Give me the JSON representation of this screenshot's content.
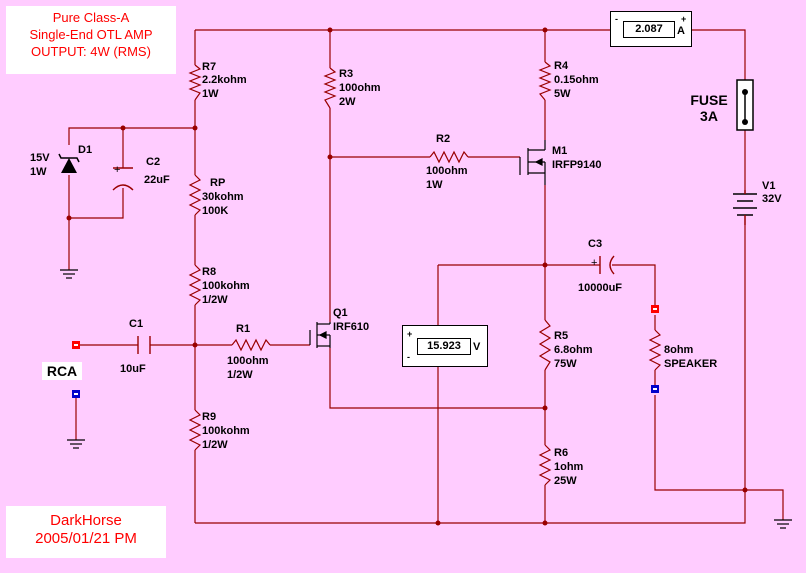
{
  "header": {
    "line1": "Pure Class-A",
    "line2": "Single-End OTL AMP",
    "line3": "OUTPUT: 4W (RMS)"
  },
  "footer": {
    "author": "DarkHorse",
    "date": "2005/01/21 PM"
  },
  "ammeter": {
    "reading": "2.087",
    "unit": "A",
    "minus": "-",
    "plus": "+"
  },
  "voltmeter": {
    "reading": "15.923",
    "unit": "V",
    "minus": "-",
    "plus": "+"
  },
  "fuse": {
    "label": "FUSE",
    "rating": "3A"
  },
  "source": {
    "ref": "V1",
    "value": "32V"
  },
  "input": {
    "label": "RCA"
  },
  "components": {
    "R7": {
      "ref": "R7",
      "value": "2.2kohm",
      "rating": "1W"
    },
    "R3": {
      "ref": "R3",
      "value": "100ohm",
      "rating": "2W"
    },
    "R4": {
      "ref": "R4",
      "value": "0.15ohm",
      "rating": "5W"
    },
    "D1": {
      "ref": "D1",
      "value": "15V",
      "rating": "1W"
    },
    "C2": {
      "ref": "C2",
      "value": "22uF"
    },
    "RP": {
      "ref": "RP",
      "value": "30kohm",
      "rating": "100K"
    },
    "R2": {
      "ref": "R2",
      "value": "100ohm",
      "rating": "1W"
    },
    "M1": {
      "ref": "M1",
      "value": "IRFP9140"
    },
    "R8": {
      "ref": "R8",
      "value": "100kohm",
      "rating": "1/2W"
    },
    "C3": {
      "ref": "C3",
      "value": "10000uF"
    },
    "C1": {
      "ref": "C1",
      "value": "10uF"
    },
    "R1": {
      "ref": "R1",
      "value": "100ohm",
      "rating": "1/2W"
    },
    "Q1": {
      "ref": "Q1",
      "value": "IRF610"
    },
    "R5": {
      "ref": "R5",
      "value": "6.8ohm",
      "rating": "75W"
    },
    "SPK": {
      "value": "8ohm",
      "rating": "SPEAKER"
    },
    "R9": {
      "ref": "R9",
      "value": "100kohm",
      "rating": "1/2W"
    },
    "R6": {
      "ref": "R6",
      "value": "1ohm",
      "rating": "25W"
    }
  },
  "colors": {
    "background": "#ffccff",
    "wire": "#990000",
    "title": "#ff0000",
    "terminal_pos": "#ff0000",
    "terminal_neg": "#0000cc"
  }
}
